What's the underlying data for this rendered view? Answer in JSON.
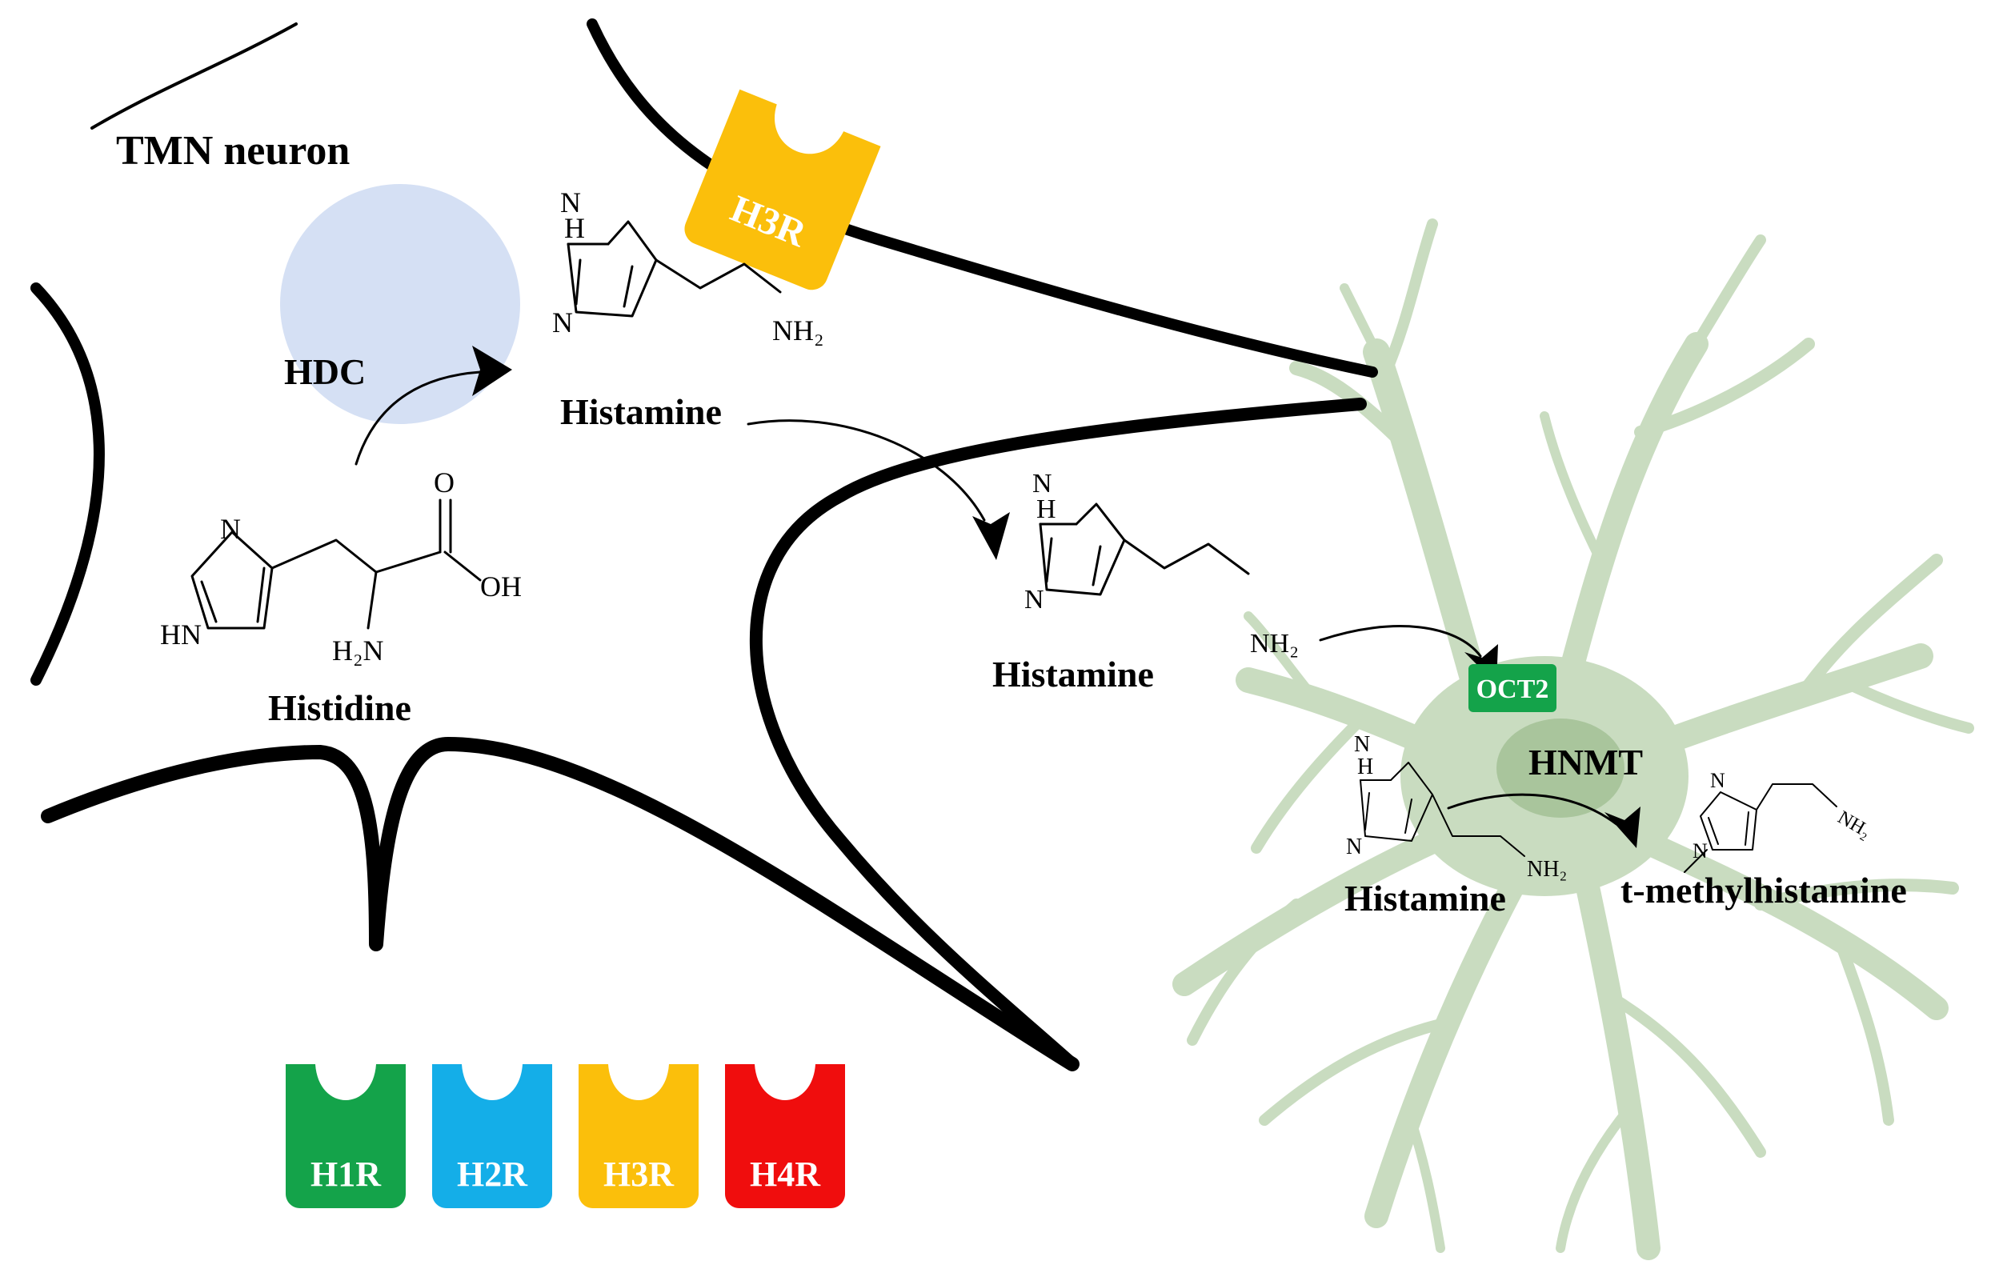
{
  "labels": {
    "neuron": "TMN neuron",
    "enzyme_hdc": "HDC",
    "histidine": "Histidine",
    "histamine_1": "Histamine",
    "histamine_2": "Histamine",
    "histamine_3": "Histamine",
    "transporter": "OCT2",
    "enzyme_hnmt": "HNMT",
    "product": "t-methylhistamine"
  },
  "atoms": {
    "N": "N",
    "H": "H",
    "O": "O",
    "OH": "OH",
    "HN": "HN",
    "H2N": "H₂N",
    "NH2": "NH₂",
    "NH": "NH",
    "sub2": "2"
  },
  "receptors": [
    {
      "name": "H1R",
      "color": "#14a34a"
    },
    {
      "name": "H2R",
      "color": "#14aee8"
    },
    {
      "name": "H3R",
      "color": "#fbbf0b"
    },
    {
      "name": "H4R",
      "color": "#f00d0d"
    }
  ],
  "membrane_receptor": {
    "name": "H3R",
    "color": "#fbbf0b"
  },
  "colors": {
    "vesicle": "#d5e0f4",
    "astrocyte": "#c9dcc0",
    "astrocyte_nucleus": "#a9c59c",
    "oct2": "#14a34a"
  }
}
